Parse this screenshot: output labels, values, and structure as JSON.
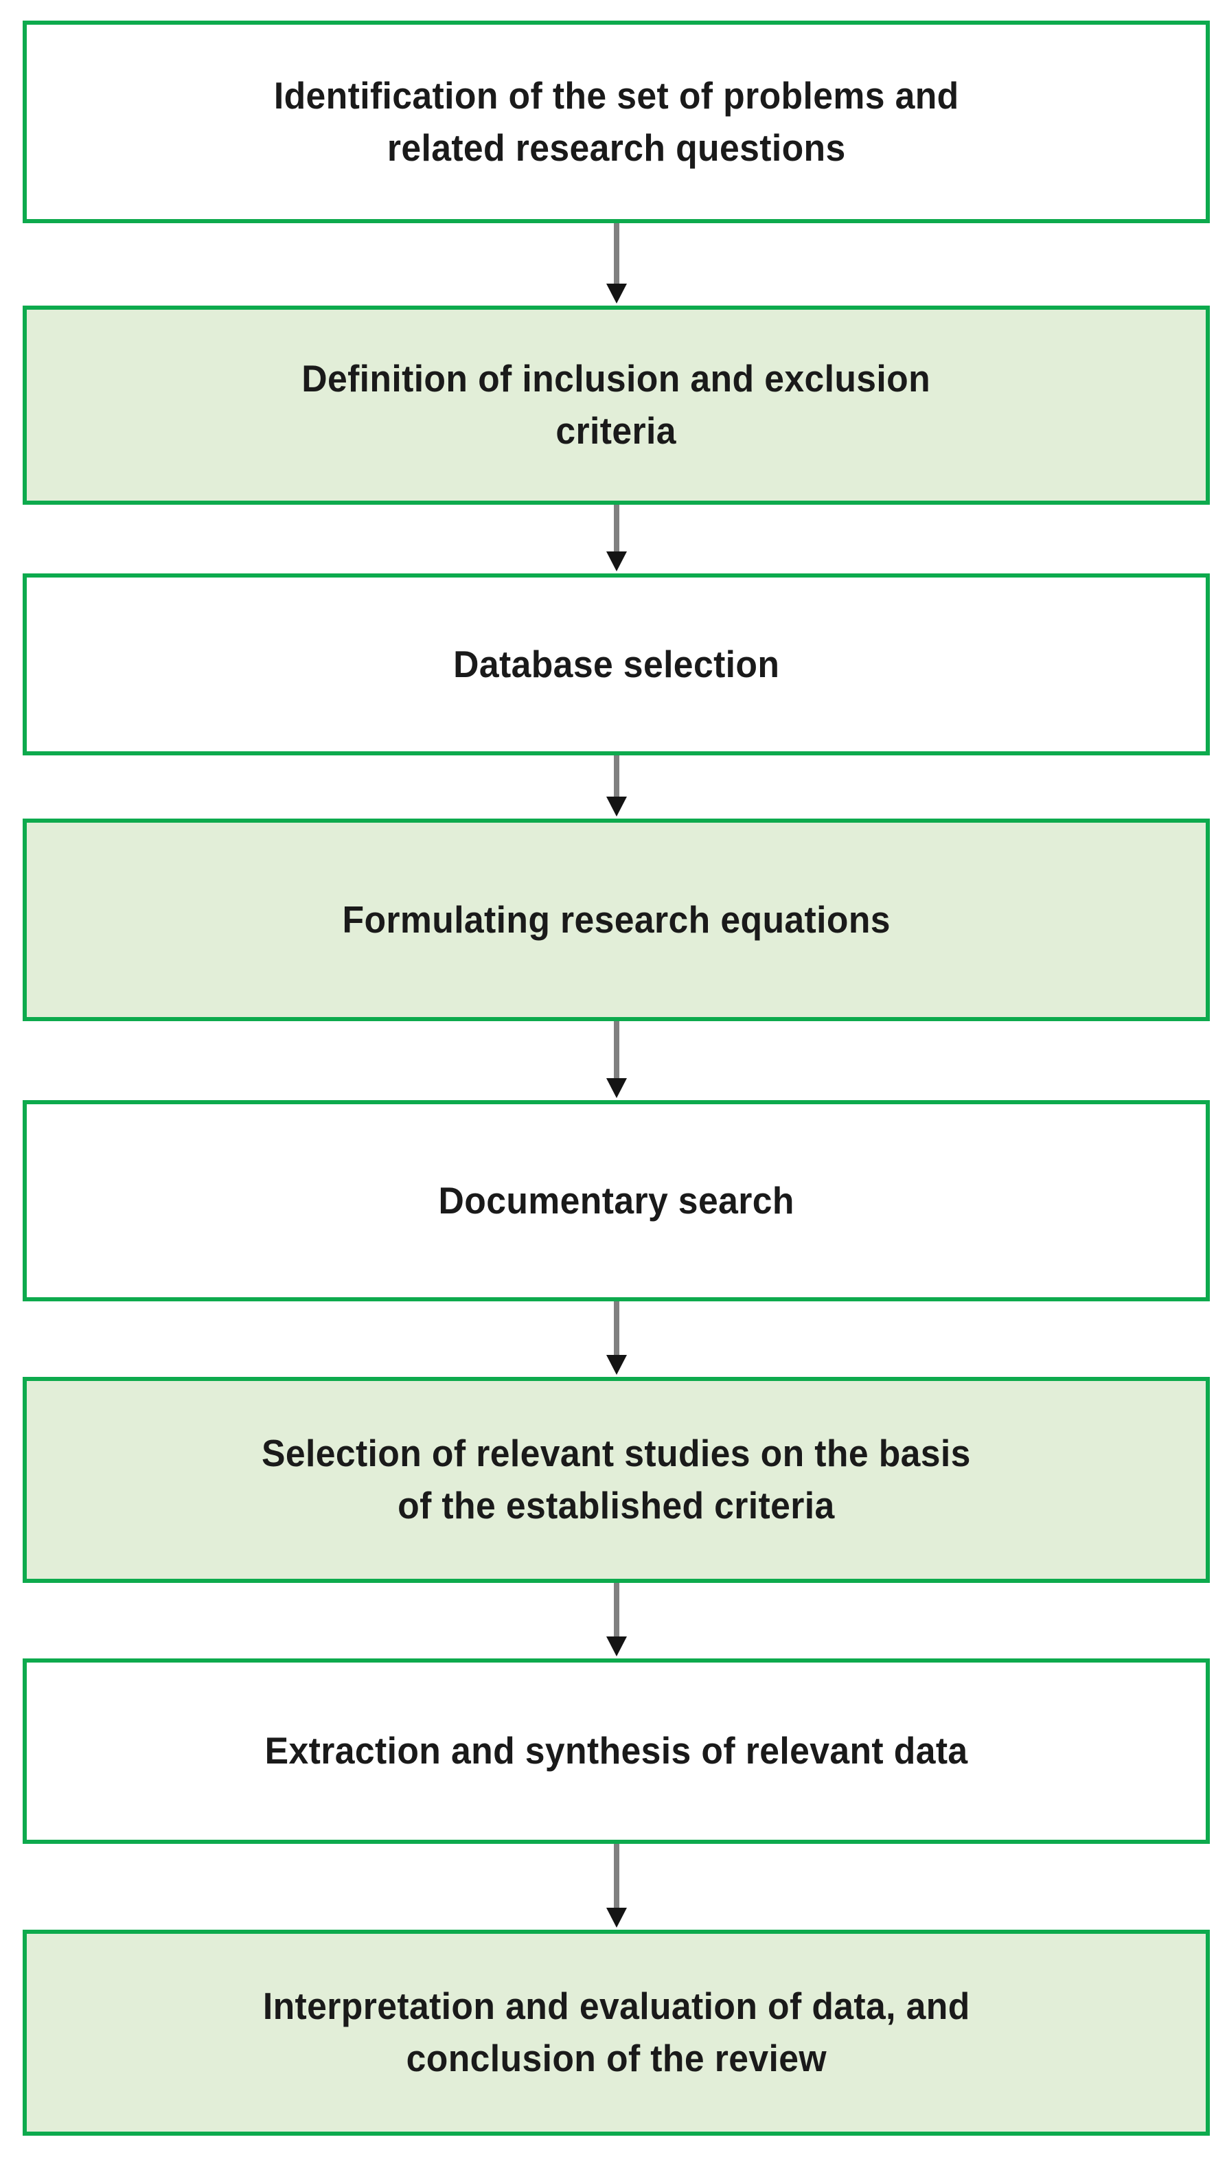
{
  "diagram": {
    "title": "Systematic literature review process flowchart",
    "orientation": "top-to-bottom",
    "colors": {
      "border_green": "#0daa4d",
      "fill_light_green": "#e2eed8",
      "fill_white": "#ffffff",
      "arrow_shaft_gray": "#808080",
      "arrow_head_black": "#141414",
      "text_color": "#1a1a1a"
    },
    "nodes": [
      {
        "id": "step-1",
        "label": "Identification  of the set of problems  and\nrelated  research  questions",
        "fill": "white"
      },
      {
        "id": "step-2",
        "label": "Definition  of inclusion  and  exclusion\ncriteria",
        "fill": "green"
      },
      {
        "id": "step-3",
        "label": "Database  selection",
        "fill": "white"
      },
      {
        "id": "step-4",
        "label": "Formulating  research  equations",
        "fill": "green"
      },
      {
        "id": "step-5",
        "label": "Documentary  search",
        "fill": "white"
      },
      {
        "id": "step-6",
        "label": "Selection  of relevant  studies  on the basis\nof the established  criteria",
        "fill": "green"
      },
      {
        "id": "step-7",
        "label": "Extraction  and synthesis  of relevant  data",
        "fill": "white"
      },
      {
        "id": "step-8",
        "label": "Interpretation  and evaluation  of data, and\nconclusion  of the review",
        "fill": "green"
      }
    ],
    "connectors": [
      {
        "id": "arrow-1-2",
        "from": "step-1",
        "to": "step-2",
        "direction": "down"
      },
      {
        "id": "arrow-2-3",
        "from": "step-2",
        "to": "step-3",
        "direction": "down"
      },
      {
        "id": "arrow-3-4",
        "from": "step-3",
        "to": "step-4",
        "direction": "down"
      },
      {
        "id": "arrow-4-5",
        "from": "step-4",
        "to": "step-5",
        "direction": "down"
      },
      {
        "id": "arrow-5-6",
        "from": "step-5",
        "to": "step-6",
        "direction": "down"
      },
      {
        "id": "arrow-6-7",
        "from": "step-6",
        "to": "step-7",
        "direction": "down"
      },
      {
        "id": "arrow-7-8",
        "from": "step-7",
        "to": "step-8",
        "direction": "down"
      }
    ]
  }
}
